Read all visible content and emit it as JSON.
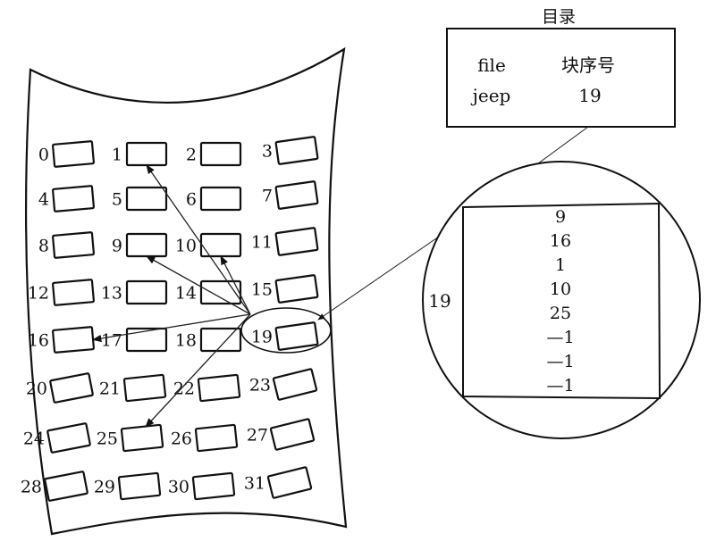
{
  "directory": {
    "title": "目录",
    "headers": [
      "file",
      "块序号"
    ],
    "rows": [
      [
        "jeep",
        "19"
      ]
    ]
  },
  "blocks": [
    "0",
    "1",
    "2",
    "3",
    "4",
    "5",
    "6",
    "7",
    "8",
    "9",
    "10",
    "11",
    "12",
    "13",
    "14",
    "15",
    "16",
    "17",
    "18",
    "19",
    "20",
    "21",
    "22",
    "23",
    "24",
    "25",
    "26",
    "27",
    "28",
    "29",
    "30",
    "31"
  ],
  "index_block": {
    "label": "19",
    "entries": [
      "9",
      "16",
      "1",
      "10",
      "25",
      "—1",
      "—1",
      "—1"
    ]
  },
  "chain_targets": [
    "9",
    "16",
    "1",
    "10",
    "25"
  ]
}
